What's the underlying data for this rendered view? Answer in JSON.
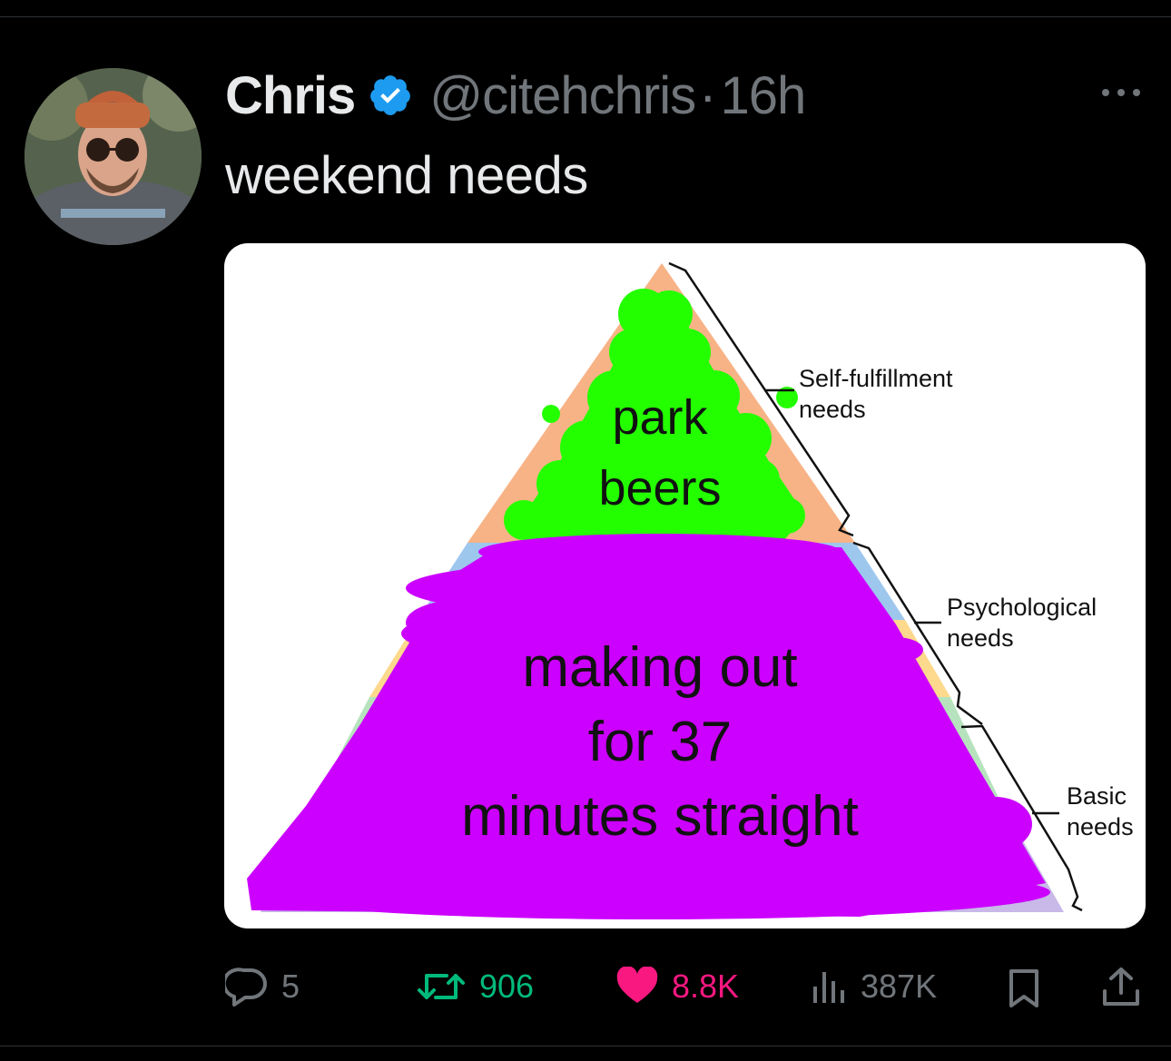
{
  "tweet": {
    "author_name": "Chris",
    "handle": "@citehchris",
    "separator": "·",
    "time": "16h",
    "text": "weekend needs",
    "verified": true
  },
  "meme": {
    "top_label": "park beers",
    "top_line1": "park",
    "top_line2": "beers",
    "bottom_label": "making out for 37 minutes straight",
    "bottom_line1": "making out",
    "bottom_line2": "for 37",
    "bottom_line3": "minutes straight",
    "tiers": [
      {
        "line1": "Self-fulfillment",
        "line2": "needs"
      },
      {
        "line1": "Psychological",
        "line2": "needs"
      },
      {
        "line1": "Basic",
        "line2": "needs"
      }
    ],
    "colors": {
      "green_scribble": "#24ff00",
      "purple_scribble": "#cc00ff",
      "peach": "#f7b386",
      "blue": "#9ec7ee",
      "yellow": "#fcd98c",
      "mint": "#b6e3bd",
      "lavender": "#c8b9e8"
    }
  },
  "actions": {
    "replies": "5",
    "retweets": "906",
    "likes": "8.8K",
    "views": "387K"
  },
  "icons": [
    "verified-badge-icon",
    "more-icon",
    "reply-icon",
    "retweet-icon",
    "like-icon",
    "views-icon",
    "bookmark-icon",
    "share-icon"
  ],
  "colors": {
    "background": "#000000",
    "text": "#e7e9ea",
    "muted": "#71767b",
    "retweet": "#00ba7c",
    "like": "#f91880",
    "verified": "#1d9bf0"
  }
}
